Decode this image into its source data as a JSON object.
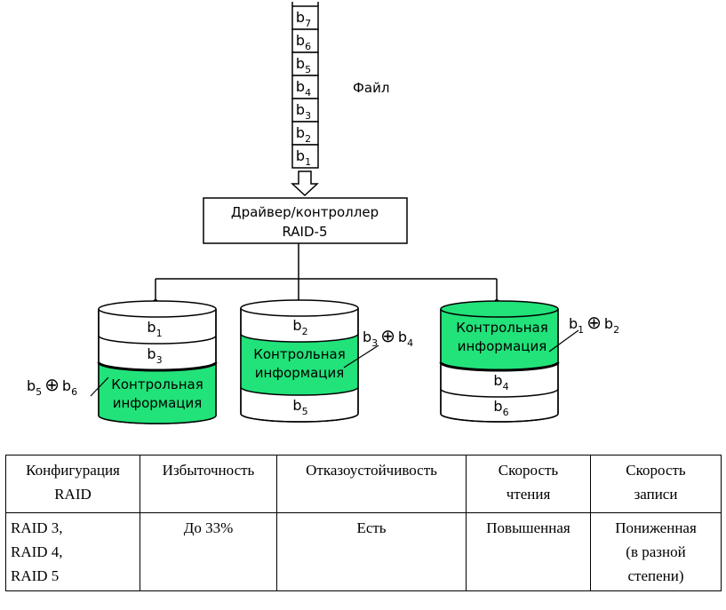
{
  "diagram": {
    "file_label": "Файл",
    "file_blocks": [
      {
        "base": "b",
        "sub": "7"
      },
      {
        "base": "b",
        "sub": "6"
      },
      {
        "base": "b",
        "sub": "5"
      },
      {
        "base": "b",
        "sub": "4"
      },
      {
        "base": "b",
        "sub": "3"
      },
      {
        "base": "b",
        "sub": "2"
      },
      {
        "base": "b",
        "sub": "1"
      }
    ],
    "controller": {
      "line1": "Драйвер/контроллер",
      "line2": "RAID-5"
    },
    "parity_line1": "Контрольная",
    "parity_line2": "информация",
    "xor_symbol": "⊕",
    "disk1": {
      "block_a": {
        "base": "b",
        "sub": "1"
      },
      "block_b": {
        "base": "b",
        "sub": "3"
      },
      "parity_of": [
        {
          "base": "b",
          "sub": "5"
        },
        {
          "base": "b",
          "sub": "6"
        }
      ]
    },
    "disk2": {
      "block_a": {
        "base": "b",
        "sub": "2"
      },
      "block_b": {
        "base": "b",
        "sub": "5"
      },
      "parity_of": [
        {
          "base": "b",
          "sub": "3"
        },
        {
          "base": "b",
          "sub": "4"
        }
      ]
    },
    "disk3": {
      "block_a": {
        "base": "b",
        "sub": "4"
      },
      "block_b": {
        "base": "b",
        "sub": "6"
      },
      "parity_of": [
        {
          "base": "b",
          "sub": "1"
        },
        {
          "base": "b",
          "sub": "2"
        }
      ]
    },
    "colors": {
      "parity_fill": "#22e27a",
      "disk_fill": "#ffffff",
      "stroke": "#000000"
    }
  },
  "table": {
    "headers": [
      [
        "Конфигурация",
        "RAID"
      ],
      [
        "Избыточность"
      ],
      [
        "Отказоустойчивость"
      ],
      [
        "Скорость",
        "чтения"
      ],
      [
        "Скорость",
        "записи"
      ]
    ],
    "rows": [
      [
        [
          "RAID 3,",
          "RAID 4,",
          "RAID 5"
        ],
        [
          "До 33%"
        ],
        [
          "Есть"
        ],
        [
          "Повышенная"
        ],
        [
          "Пониженная",
          "(в разной",
          "степени)"
        ]
      ]
    ]
  }
}
